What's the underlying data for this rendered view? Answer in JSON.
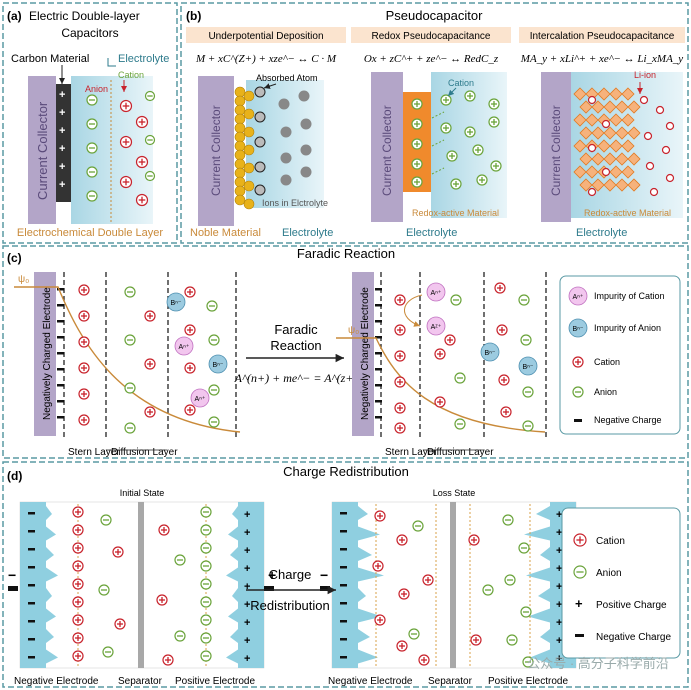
{
  "panel_a": {
    "label": "(a)",
    "title_line1": "Electric Double-layer",
    "title_line2": "Capacitors",
    "carbon": "Carbon Material",
    "electrolyte": "Electrolyte",
    "cation": "Cation",
    "anion": "Anion",
    "collector": "Current Collector",
    "bottom": "Electrochemical Double Layer"
  },
  "panel_b": {
    "label": "(b)",
    "title": "Pseudocapacitor",
    "sub1": {
      "title": "Underpotential Deposition",
      "equation": "M + xC^(Z+) + xze^− ↔ C · M",
      "absorbed": "Absorbed Atom",
      "ions": "Ions in Elctrolyte",
      "collector": "Current Collector",
      "noble": "Noble Material",
      "electrolyte": "Electrolyte"
    },
    "sub2": {
      "title": "Redox Pseudocapacitance",
      "equation": "Ox + zC^+ + ze^− ↔ RedC_z",
      "cation": "Cation",
      "collector": "Current Collector",
      "material": "Redox-active Material",
      "electrolyte": "Electrolyte"
    },
    "sub3": {
      "title": "Intercalation Pseudocapacitance",
      "equation": "MA_y + xLi^+ + xe^− ↔ Li_xMA_y",
      "liion": "Li-ion",
      "collector": "Current Collector",
      "material": "Redox-active Material",
      "electrolyte": "Electrolyte"
    }
  },
  "panel_c": {
    "label": "(c)",
    "title": "Faradic Reaction",
    "electrode": "Negatively Charged Electrode",
    "stern": "Stern Layer",
    "diffusion": "Diffusion Layer",
    "psi": "ψ₀",
    "arrow_line1": "Faradic",
    "arrow_line2": "Reaction",
    "equation": "A^(n+) + me^− = A^(z+)",
    "ion_a_n": "Aⁿ⁺",
    "ion_a_z": "Aᶻ⁺",
    "ion_b_n": "Bⁿ⁻",
    "legend": {
      "impurity_cation": "Impurity of Cation",
      "impurity_anion": "Impurity of Anion",
      "cation": "Cation",
      "anion": "Anion",
      "negative": "Negative Charge"
    }
  },
  "panel_d": {
    "label": "(d)",
    "title": "Charge Redistribution",
    "initial": "Initial State",
    "loss": "Loss State",
    "arrow_line1": "Charge",
    "arrow_line2": "Redistribution",
    "neg_electrode": "Negative Electrode",
    "separator": "Separator",
    "pos_electrode": "Positive Electrode",
    "legend": {
      "cation": "Cation",
      "anion": "Anion",
      "positive": "Positive Charge",
      "negative": "Negative Charge"
    }
  },
  "watermark": "公众号 · 高分子科学前沿",
  "colors": {
    "frame": "#5a9aa4",
    "collector": "#b3a5c8",
    "electrolyte": "#b6dde8",
    "cation": "#c8232c",
    "anion": "#6aa33a",
    "noble": "#e8b21a",
    "redox": "#f08a2c",
    "curve": "#c98a3a",
    "label_blue": "#2e7b8c"
  }
}
